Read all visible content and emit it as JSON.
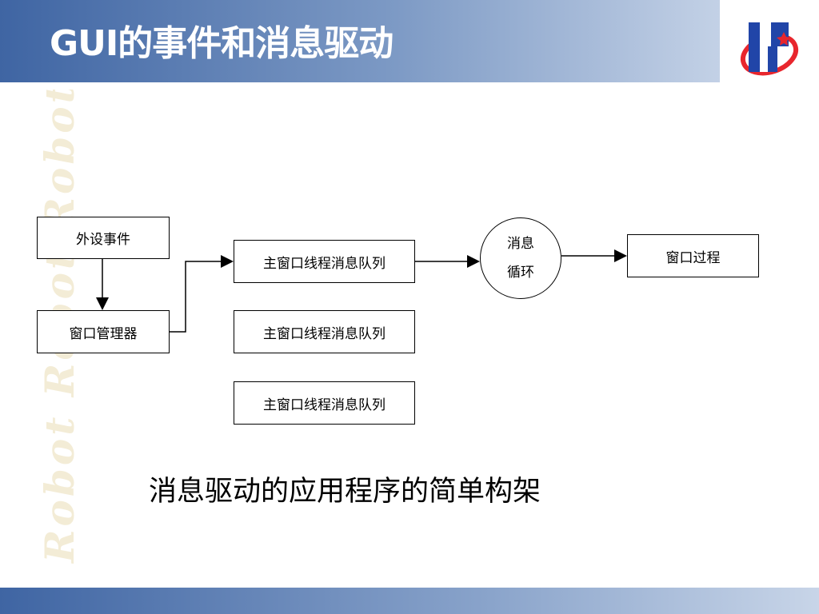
{
  "header": {
    "title": "GUI的事件和消息驱动"
  },
  "watermark": {
    "text": "Robot Robot Robot"
  },
  "diagram": {
    "peripheral_event": "外设事件",
    "window_manager": "窗口管理器",
    "queue_1": "主窗口线程消息队列",
    "queue_2": "主窗口线程消息队列",
    "queue_3": "主窗口线程消息队列",
    "message_loop_line1": "消息",
    "message_loop_line2": "循环",
    "window_procedure": "窗口过程"
  },
  "caption": "消息驱动的应用程序的简单构架",
  "colors": {
    "header_start": "#3f65a3",
    "header_end": "#c3d1e6",
    "logo_red": "#e8262d",
    "logo_blue": "#2145a8",
    "watermark": "#f3ecd6"
  }
}
